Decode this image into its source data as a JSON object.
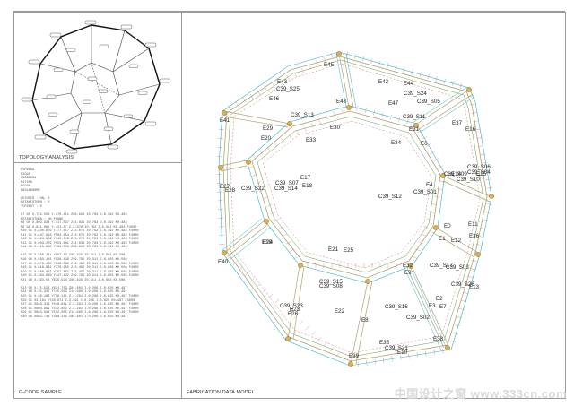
{
  "panels": {
    "topology_title": "TOPOLOGY ANALYSIS",
    "gcode_title": "G-CODE SAMPLE",
    "fab_title": "FABRICATION DATA MODEL"
  },
  "gcode": {
    "lines": [
      "N1P9999",
      "N2G40",
      "N3G90G94",
      "N4T1M6",
      "N5G80",
      "N6S18000M3",
      "",
      "AUTODIR : ON, 0",
      "EXTAXISTURN : 0",
      "TCPZNOT : 0",
      "",
      "N7 G0 X-752.556 Y-176.411 Z98.928 I0.783 J-0.392 K0.483",
      "EXTAXISTURN : ON PLANE",
      "N8 G0 X-809.936 Y-117.537 Z14.631 I0.783 J-0.392 K0.483",
      "N9 G1 X-831.085 Y-121.67 Z-3.076 I0.783 J-0.392 K0.483 F4000",
      "N10 G1 X-836.879 Y-77.177 Z-3.076 I0.783 J-0.392 K0.483 F4000",
      "N11 G1 X-647.993 Y504.654 Z-3.076 I0.783 J-0.392 K0.483 F4000",
      "N12 G1 X-624.609 Y549.345 Z-3.076 I0.783 J-0.392 K0.483 F4000",
      "N13 G1 X-603.279 Y553.681 Z14.631 I0.783 J-0.392 K0.483 F4000",
      "N14 G0 X-415.898 Y494.065 Z98.928 I0.783 J-0.392 K0.483",
      "",
      "N15 G0 X-586.441 Y987.83 Z89.829 I0.311 J-0.803 K0.508",
      "N16 G0 X-583.102 Y938.139 Z19.796 I0.311 J-0.803 K0.508",
      "N17 G1 X-579.435 Y948.065 Z-3.462 I0.311 J-0.803 K0.508 F4000",
      "N18 G1 X-510.961 Y779.955 Z-3.462 I0.311 J-0.803 K0.508 F4000",
      "N19 G1 X-500.847 Y757.662 Z-3.462 I0.311 J-0.803 K0.508 F4000",
      "N20 G1 X-394.899 Y747.422 Z19.796 I0.311 J-0.803 K0.508 F4000",
      "N21 G0 X-393.56 Y628.924 Z89.829 I0.311 J-0.803 K0.508",
      "",
      "N23 G0 X-75.522 Y621.753 Z84.601 I-0.266 J-0.625 K0.497",
      "N24 G0 X-35.337 Y745.563 Z14.695 I-0.266 J-0.625 K0.497",
      "N25 G1 X-36.186 Y736.111 Z-3.291 I-0.266 J-0.625 K0.497 F4000",
      "N26 G1 X3.181 Y720.871 Z-3.291 I-0.266 J-0.625 K0.497 F4000",
      "N27 G1 X633.313 Y518.641 Z-3.291 I-0.266 J-0.625 K0.497 F4000",
      "N28 G1 X660.999 Y512.802 Z-3.291 I-0.266 J-0.625 K0.497 F4000",
      "N29 G1 X683.593 Y512.055 Z14.695 I-0.266 J-0.625 K0.497 F4000",
      "N30 G0 X683.743 Y368.245 Z88.601 I-0.266 J-0.625 K0.497"
    ]
  },
  "labels": {
    "edges": [
      "E45",
      "E44",
      "E43",
      "E42",
      "E46",
      "E47",
      "E48",
      "E30",
      "E31",
      "E29",
      "E33",
      "E34",
      "E41",
      "E20",
      "E37",
      "E16",
      "E6",
      "E4",
      "E5",
      "E15",
      "E18",
      "E17",
      "E27",
      "E28",
      "E21",
      "E25",
      "E32",
      "E9",
      "E1",
      "E0",
      "E12",
      "E11",
      "E36",
      "E40",
      "E24",
      "E19",
      "E14",
      "E2",
      "E3",
      "E7",
      "E22",
      "E8",
      "E23",
      "E26",
      "E35",
      "E10",
      "E38",
      "E13",
      "E39"
    ],
    "segments": [
      "C39_S25",
      "C39_S24",
      "C39_S05",
      "C39_S13",
      "C39_S11",
      "C39_S07",
      "C39_S14",
      "C39_S12",
      "C39_S01",
      "C39_S04",
      "C39_S10",
      "C39_S15",
      "C39_S08",
      "C39_S17",
      "C39_S03",
      "C39_S26",
      "C39_S16",
      "C39_S02",
      "C39_S23",
      "C39_S21",
      "C39_S09",
      "C39_S06",
      "C39_S22"
    ]
  },
  "colors": {
    "frame": "#9a9a9a",
    "outline_cyan": "#2bb4c8",
    "tool_path_tan": "#b0a070",
    "tool_path_green": "#5f9b52",
    "tool_path_red": "#c0504d",
    "node_black": "#222222"
  },
  "watermark": "中国设计之窗 www.333cn.com"
}
